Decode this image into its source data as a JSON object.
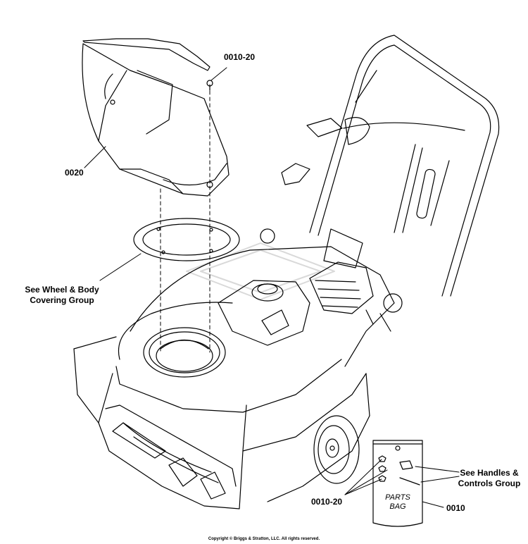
{
  "callouts": {
    "part_0010_20_top": "0010-20",
    "part_0020": "0020",
    "see_wheel_body": [
      "See Wheel & Body",
      "Covering Group"
    ],
    "see_handles_controls": [
      "See Handles &",
      "Controls Group"
    ],
    "part_0010_20_bottom": "0010-20",
    "part_0010": "0010"
  },
  "parts_bag": [
    "PARTS",
    "BAG"
  ],
  "copyright": "Copyright © Briggs & Stratton, LLC. All rights reserved.",
  "colors": {
    "line": "#000000",
    "watermark": "#d9d9d9",
    "background": "#ffffff"
  }
}
